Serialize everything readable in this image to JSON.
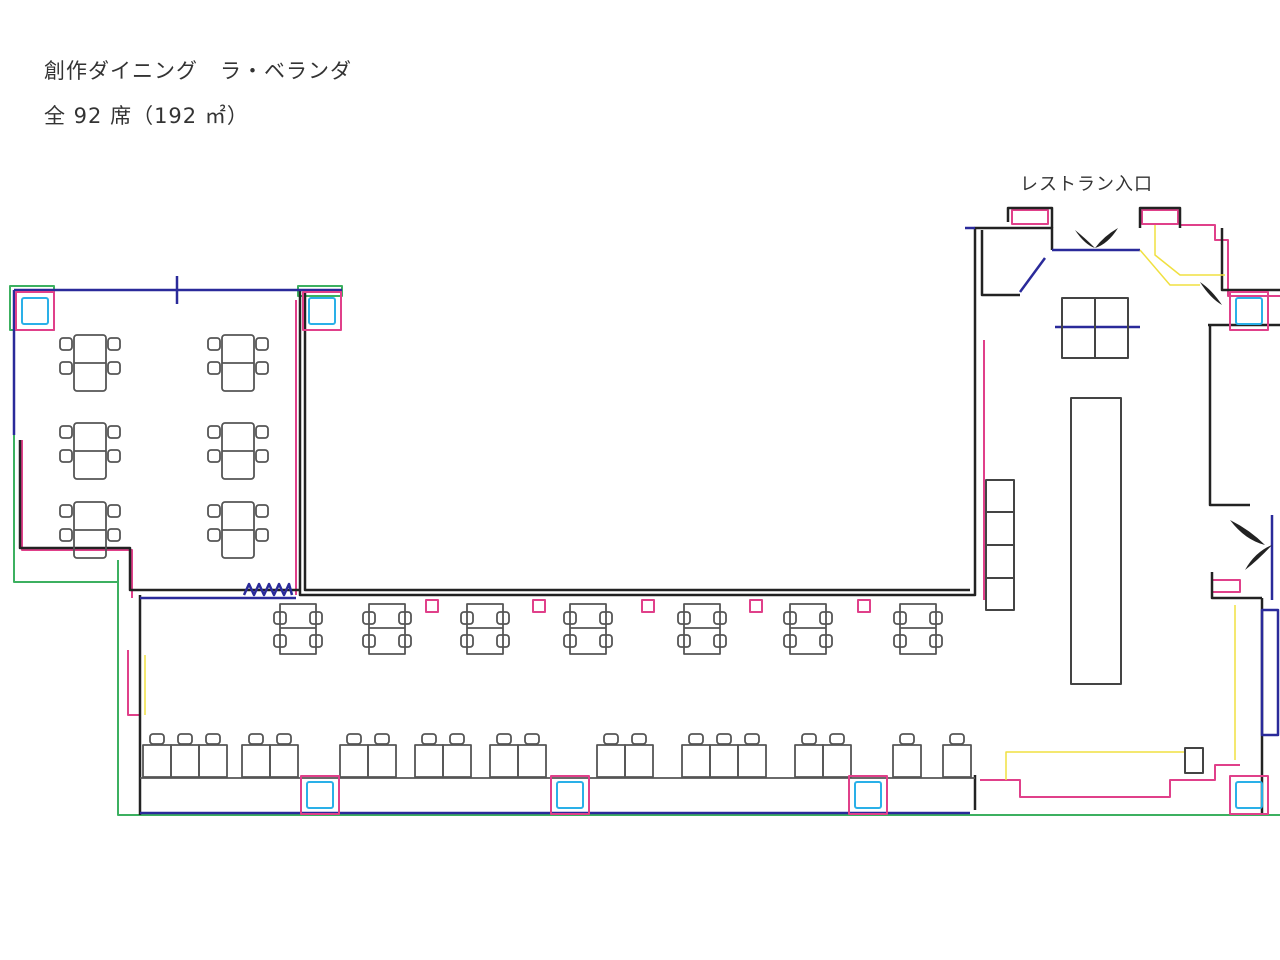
{
  "header": {
    "title": "創作ダイニング　ラ・ベランダ",
    "capacity": "全 92 席（192 ㎡）"
  },
  "floorplan": {
    "entrance_label": "レストラン入口",
    "colors": {
      "wall": "#222222",
      "partition": "#e0408a",
      "window": "#2a2a9a",
      "exterior": "#3cb060",
      "column": "#2ab0e8",
      "line": "#f0e040",
      "furniture": "#555555"
    }
  }
}
